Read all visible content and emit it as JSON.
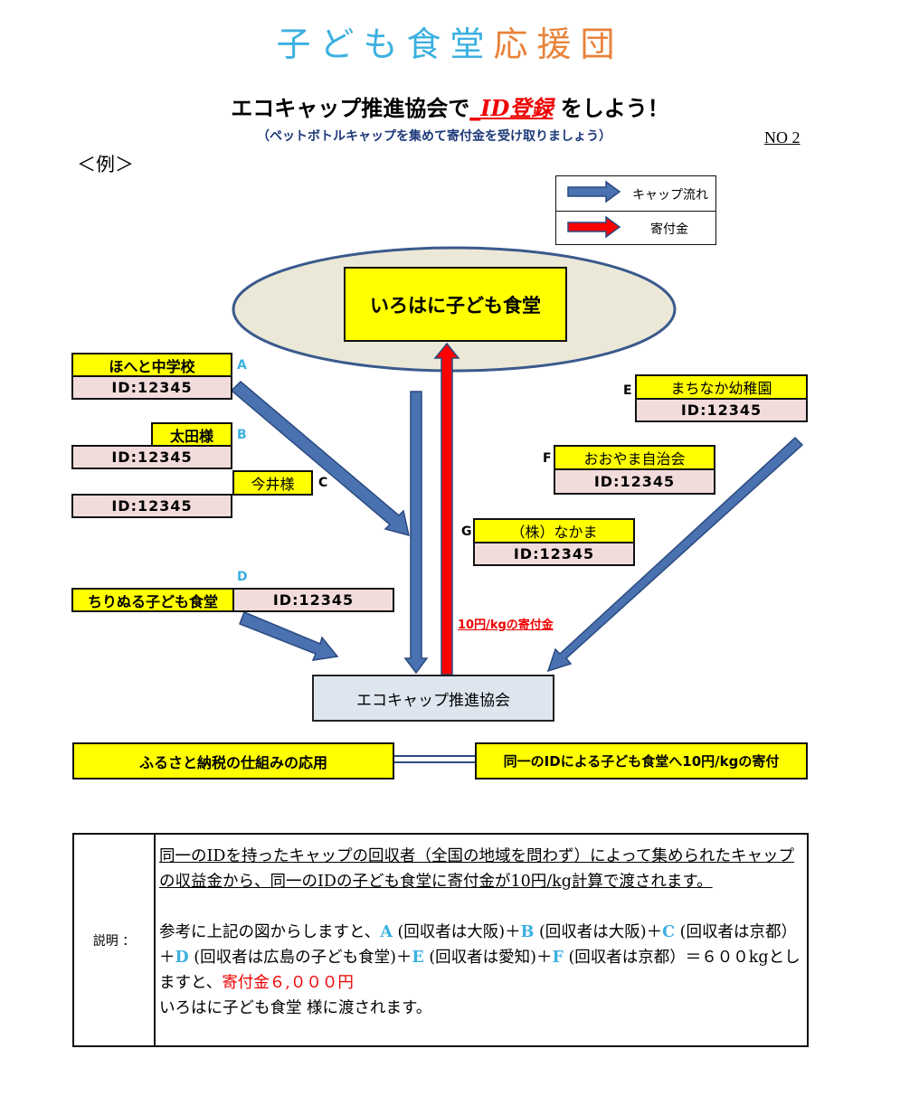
{
  "title": {
    "part1": "子ども食堂",
    "part2": "応援団"
  },
  "heading": {
    "pre": "エコキャップ推進協会で",
    "id": "_ID登録",
    "post": " をしよう！"
  },
  "subheading": "（ペットボトルキャップを集めて寄付金を受け取りましょう）",
  "page_no": "NO 2",
  "example_label": "＜例＞",
  "legend": {
    "cap_flow": "キャップ流れ",
    "donation": "寄付金"
  },
  "center": "いろはに子ども食堂",
  "collectors": {
    "A": {
      "letter": "A",
      "name": "ほへと中学校",
      "id": "ID:12345"
    },
    "B": {
      "letter": "B",
      "name": "太田様",
      "id": "ID:12345"
    },
    "C": {
      "letter": "C",
      "name": "今井様",
      "id": "ID:12345"
    },
    "D": {
      "letter": "D",
      "name": "ちりぬる子ども食堂",
      "id": "ID:12345"
    },
    "E": {
      "letter": "E",
      "name": "まちなか幼稚園",
      "id": "ID:12345"
    },
    "F": {
      "letter": "F",
      "name": "おおやま自治会",
      "id": "ID:12345"
    },
    "G": {
      "letter": "G",
      "name": "（株）なかま",
      "id": "ID:12345"
    }
  },
  "donation_rate": "10円/kgの寄付金",
  "association": "エコキャップ推進協会",
  "bottom": {
    "left": "ふるさと納税の仕組みの応用",
    "right": "同一のIDによる子ども食堂へ10円/kgの寄付"
  },
  "explanation": {
    "label": "説明 ：",
    "para1": "同一のIDを持ったキャップの回収者（全国の地域を問わず）によって集められたキャップの収益金から、同一のIDの子ども食堂に寄付金が10円/kg計算で渡されます。",
    "p2_1": "参考に上記の図からしますと、",
    "A": "A",
    "p2_a": " (回収者は大阪)＋",
    "B": "B",
    "p2_b": " (回収者は大阪)＋",
    "C": "C",
    "p2_c": " (回収者は京都）＋",
    "D": "D",
    "p2_d": " (回収者は広島の子ども食堂)＋",
    "E": "E",
    "p2_e": " (回収者は愛知)＋",
    "F": "F",
    "p2_f": " (回収者は京都）＝６００kgとしますと、",
    "amount": "寄付金６,０００円",
    "p2_end": "いろはに子ども食堂 様に渡されます。"
  },
  "colors": {
    "cap_arrow": "#4a72b0",
    "donation_arrow": "#ff0000",
    "yellow": "#ffff00",
    "pink": "#f2dcdb"
  }
}
